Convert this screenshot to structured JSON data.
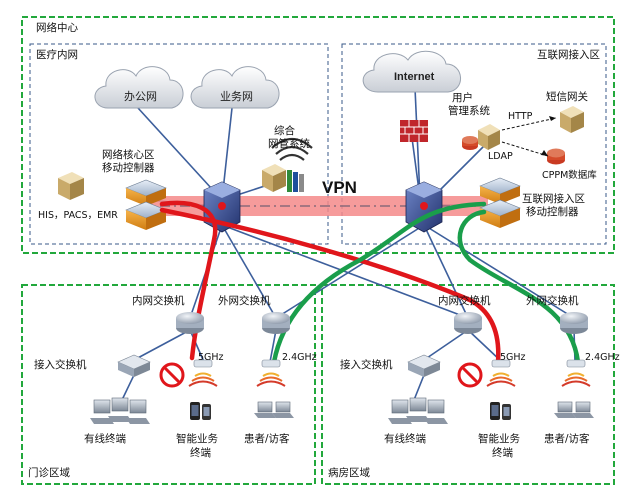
{
  "regions": {
    "network_center": "网络中心",
    "medical_intranet": "医疗内网",
    "internet_access": "互联网接入区",
    "outpatient": "门诊区域",
    "ward": "病房区域"
  },
  "clouds": {
    "office": "办公网",
    "business": "业务网",
    "internet": "Internet"
  },
  "labels": {
    "core_zone_line1": "网络核心区",
    "core_zone_line2": "移动控制器",
    "his": "HIS，PACS，EMR",
    "mgmt_line1": "综合",
    "mgmt_line2": "网管系统",
    "vpn": "VPN",
    "user_mgmt_line1": "用户",
    "user_mgmt_line2": "管理系统",
    "http": "HTTP",
    "ldap": "LDAP",
    "sms_gateway": "短信网关",
    "cppm_db": "CPPM数据库",
    "inet_zone_line1": "互联网接入区",
    "inet_zone_line2": "移动控制器",
    "intranet_switch_1": "内网交换机",
    "extranet_switch_1": "外网交换机",
    "intranet_switch_2": "内网交换机",
    "extranet_switch_2": "外网交换机",
    "access_switch_1": "接入交换机",
    "access_switch_2": "接入交换机",
    "band_5g_1": "5GHz",
    "band_24g_1": "2.4GHz",
    "band_5g_2": "5GHz",
    "band_24g_2": "2.4GHz",
    "wired_terminal_1": "有线终端",
    "smart_terminal_1_line1": "智能业务",
    "smart_terminal_1_line2": "终端",
    "patient_1": "患者/访客",
    "wired_terminal_2": "有线终端",
    "smart_terminal_2_line1": "智能业务",
    "smart_terminal_2_line2": "终端",
    "patient_2": "患者/访客"
  },
  "colors": {
    "region_border": "#22a83c",
    "sub_border": "#3a5a8a",
    "link_blue": "#3d5f9c",
    "red_path": "#e0161b",
    "green_path": "#1a9e4b",
    "vpn_band": "#f58a8a"
  }
}
